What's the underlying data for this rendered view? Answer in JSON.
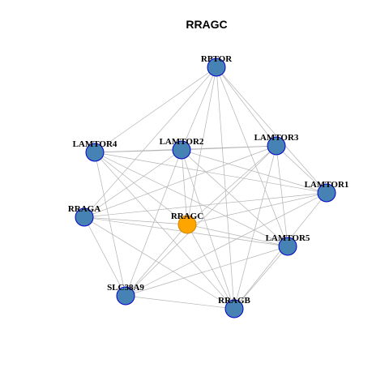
{
  "title": "RRAGC",
  "colors": {
    "edge": "#b3b3b3",
    "node_fill": "#4682b4",
    "node_border": "#0000cd",
    "center_fill": "#ffa500",
    "center_border": "#cd8500"
  },
  "nodes": [
    {
      "id": "RPTOR",
      "label": "RPTOR",
      "center": false
    },
    {
      "id": "LAMTOR4",
      "label": "LAMTOR4",
      "center": false
    },
    {
      "id": "LAMTOR2",
      "label": "LAMTOR2",
      "center": false
    },
    {
      "id": "LAMTOR3",
      "label": "LAMTOR3",
      "center": false
    },
    {
      "id": "LAMTOR1",
      "label": "LAMTOR1",
      "center": false
    },
    {
      "id": "RRAGA",
      "label": "RRAGA",
      "center": false
    },
    {
      "id": "RRAGC",
      "label": "RRAGC",
      "center": true
    },
    {
      "id": "LAMTOR5",
      "label": "LAMTOR5",
      "center": false
    },
    {
      "id": "SLC38A9",
      "label": "SLC38A9",
      "center": false
    },
    {
      "id": "RRAGB",
      "label": "RRAGB",
      "center": false
    }
  ],
  "edges": [
    [
      "RPTOR",
      "LAMTOR4"
    ],
    [
      "RPTOR",
      "LAMTOR2"
    ],
    [
      "RPTOR",
      "LAMTOR3"
    ],
    [
      "RPTOR",
      "LAMTOR1"
    ],
    [
      "RPTOR",
      "RRAGA"
    ],
    [
      "RPTOR",
      "RRAGC"
    ],
    [
      "RPTOR",
      "LAMTOR5"
    ],
    [
      "RPTOR",
      "RRAGB"
    ],
    [
      "LAMTOR4",
      "LAMTOR2"
    ],
    [
      "LAMTOR4",
      "LAMTOR3"
    ],
    [
      "LAMTOR4",
      "LAMTOR1"
    ],
    [
      "LAMTOR4",
      "RRAGC"
    ],
    [
      "LAMTOR4",
      "LAMTOR5"
    ],
    [
      "LAMTOR4",
      "SLC38A9"
    ],
    [
      "LAMTOR4",
      "RRAGB"
    ],
    [
      "LAMTOR2",
      "LAMTOR3"
    ],
    [
      "LAMTOR2",
      "LAMTOR1"
    ],
    [
      "LAMTOR2",
      "RRAGA"
    ],
    [
      "LAMTOR2",
      "RRAGC"
    ],
    [
      "LAMTOR2",
      "LAMTOR5"
    ],
    [
      "LAMTOR2",
      "SLC38A9"
    ],
    [
      "LAMTOR2",
      "RRAGB"
    ],
    [
      "LAMTOR3",
      "LAMTOR1"
    ],
    [
      "LAMTOR3",
      "RRAGA"
    ],
    [
      "LAMTOR3",
      "RRAGC"
    ],
    [
      "LAMTOR3",
      "LAMTOR5"
    ],
    [
      "LAMTOR3",
      "SLC38A9"
    ],
    [
      "LAMTOR3",
      "RRAGB"
    ],
    [
      "LAMTOR1",
      "RRAGA"
    ],
    [
      "LAMTOR1",
      "RRAGC"
    ],
    [
      "LAMTOR1",
      "SLC38A9"
    ],
    [
      "LAMTOR1",
      "RRAGB"
    ],
    [
      "RRAGA",
      "RRAGC"
    ],
    [
      "RRAGA",
      "LAMTOR5"
    ],
    [
      "RRAGA",
      "SLC38A9"
    ],
    [
      "RRAGA",
      "RRAGB"
    ],
    [
      "RRAGC",
      "LAMTOR5"
    ],
    [
      "RRAGC",
      "SLC38A9"
    ],
    [
      "RRAGC",
      "RRAGB"
    ],
    [
      "LAMTOR5",
      "SLC38A9"
    ],
    [
      "LAMTOR5",
      "RRAGB"
    ],
    [
      "SLC38A9",
      "RRAGB"
    ]
  ]
}
